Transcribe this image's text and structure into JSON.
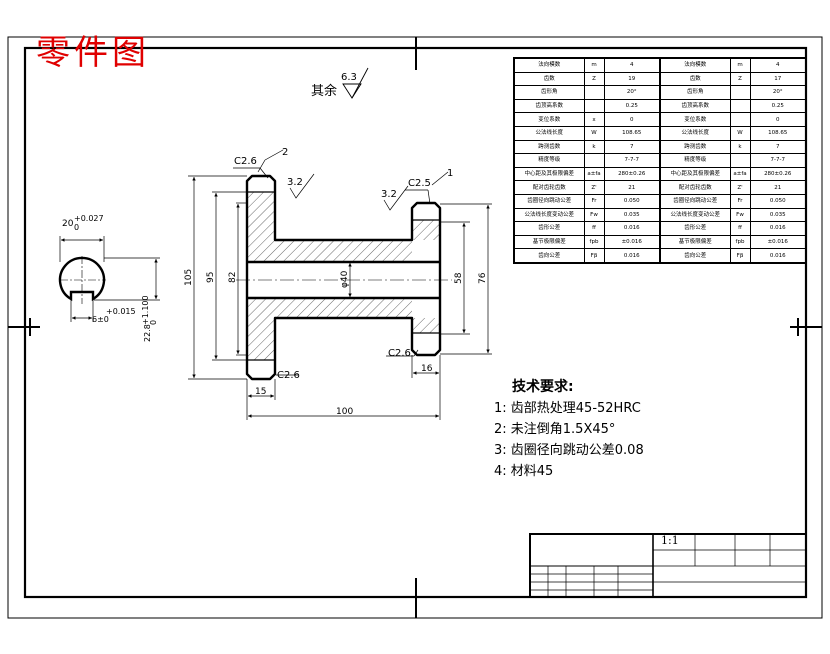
{
  "title": "零件图",
  "roughness_other": {
    "value": "6.3",
    "label": "其余"
  },
  "scale": "1:1",
  "notes": {
    "heading": "技术要求:",
    "items": [
      "1: 齿部热处理45-52HRC",
      "2: 未注倒角1.5X45°",
      "3: 齿圈径向跳动公差0.08",
      "4: 材料45"
    ]
  },
  "dims": {
    "chamfer_c26": "C2.6",
    "chamfer_c25": "C2.5",
    "rough_32": "3.2",
    "callout_1": "1",
    "callout_2": "2",
    "dia_105": "105",
    "dia_95": "95",
    "dia_82": "82",
    "dia_40": "φ40",
    "dia_58": "58",
    "dia_76": "76",
    "len_15": "15",
    "len_16": "16",
    "len_100": "100",
    "key_width": "20",
    "key_width_tol": "+0.027",
    "key_width_tol_low": "0",
    "key_6": "6±0",
    "key_6_tol": "+0.015",
    "key_22": "22.8",
    "key_22_tol": "+1.100",
    "key_22_tol_low": "0"
  },
  "param_table": [
    [
      "法向模数",
      "m",
      "4",
      "法向模数",
      "m",
      "4"
    ],
    [
      "齿数",
      "Z",
      "19",
      "齿数",
      "Z",
      "17"
    ],
    [
      "齿形角",
      "",
      "20°",
      "齿形角",
      "",
      "20°"
    ],
    [
      "齿顶高系数",
      "",
      "0.25",
      "齿顶高系数",
      "",
      "0.25"
    ],
    [
      "变位系数",
      "x",
      "0",
      "变位系数",
      "",
      "0"
    ],
    [
      "公法线长度",
      "W",
      "108.65",
      "公法线长度",
      "W",
      "108.65"
    ],
    [
      "跨测齿数",
      "k",
      "7",
      "跨测齿数",
      "k",
      "7"
    ],
    [
      "精度等级",
      "",
      "7-7-7",
      "精度等级",
      "",
      "7-7-7"
    ],
    [
      "中心距及其极限偏差",
      "a±fa",
      "280±0.26",
      "中心距及其极限偏差",
      "a±fa",
      "280±0.26"
    ],
    [
      "配对齿轮齿数",
      "Z'",
      "21",
      "配对齿轮齿数",
      "Z'",
      "21"
    ],
    [
      "齿圈径向跳动公差",
      "Fr",
      "0.050",
      "齿圈径向跳动公差",
      "Fr",
      "0.050"
    ],
    [
      "公法线长度变动公差",
      "Fw",
      "0.035",
      "公法线长度变动公差",
      "Fw",
      "0.035"
    ],
    [
      "齿形公差",
      "ff",
      "0.016",
      "齿形公差",
      "ff",
      "0.016"
    ],
    [
      "基节极限偏差",
      "fpb",
      "±0.016",
      "基节极限偏差",
      "fpb",
      "±0.016"
    ],
    [
      "齿向公差",
      "Fβ",
      "0.016",
      "齿向公差",
      "Fβ",
      "0.016"
    ]
  ]
}
